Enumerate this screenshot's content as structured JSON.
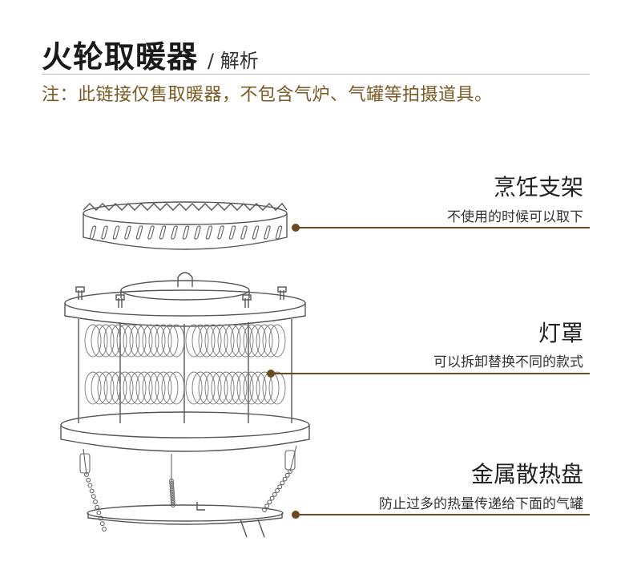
{
  "header": {
    "title": "火轮取暖器",
    "subtitle": "/ 解析",
    "note": "注：此链接仅售取暖器，不包含气炉、气罐等拍摄道具。"
  },
  "parts": [
    {
      "title": "烹饪支架",
      "desc": "不使用的时候可以取下"
    },
    {
      "title": "灯罩",
      "desc": "可以拆卸替换不同的款式"
    },
    {
      "title": "金属散热盘",
      "desc": "防止过多的热量传递给下面的气罐"
    }
  ],
  "colors": {
    "accent": "#6b4a1d",
    "note": "#7a5a24",
    "line": "#555555"
  }
}
